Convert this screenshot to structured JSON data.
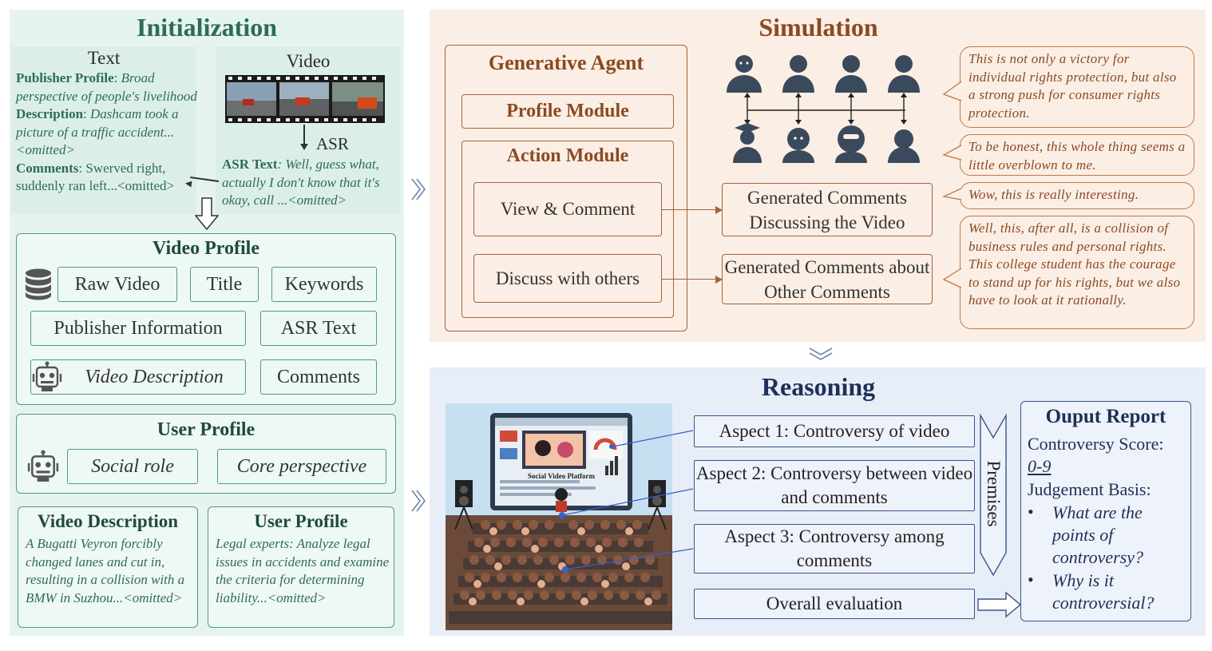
{
  "initialization": {
    "title": "Initialization",
    "text_section": {
      "heading": "Text",
      "publisher_profile_label": "Publisher Profile",
      "publisher_profile_value": "Broad perspective of people's livelihood",
      "description_label": "Description",
      "description_value": "Dashcam took a picture of a traffic accident...<omitted>",
      "comments_label": "Comments",
      "comments_value": "Swerved right, suddenly ran left...<omitted>"
    },
    "video_section": {
      "heading": "Video",
      "asr_label": "ASR",
      "asr_text_label": "ASR Text",
      "asr_text_value": "Well, guess what, actually I don't know that it's okay, call ...<omitted>"
    },
    "video_profile": {
      "title": "Video Profile",
      "items": [
        "Raw Video",
        "Title",
        "Keywords",
        "Publisher Information",
        "ASR Text",
        "Video Description",
        "Comments"
      ]
    },
    "user_profile": {
      "title": "User Profile",
      "items": [
        "Social role",
        "Core perspective"
      ]
    },
    "video_description_card": {
      "title": "Video Description",
      "text": "A Bugatti Veyron forcibly changed lanes and cut in, resulting in a collision with a BMW in Suzhou...<omitted>"
    },
    "user_profile_card": {
      "title": "User Profile",
      "text": "Legal experts: Analyze legal issues in accidents and examine the criteria for determining liability...<omitted>"
    }
  },
  "simulation": {
    "title": "Simulation",
    "agent_title": "Generative Agent",
    "profile_module": "Profile Module",
    "action_module": "Action Module",
    "view_comment": "View & Comment",
    "discuss_others": "Discuss with others",
    "generated_video_comments": "Generated Comments Discussing the Video",
    "generated_other_comments": "Generated Comments about Other Comments",
    "bubbles": [
      "This is not only a victory for individual rights protection, but also a strong push for consumer rights protection.",
      "To be honest, this whole thing seems a little overblown to me.",
      "Wow, this is really interesting.",
      "Well, this, after all, is a collision of business rules and personal rights. This college student has the courage to stand up for his rights, but we also have to look at it rationally."
    ]
  },
  "reasoning": {
    "title": "Reasoning",
    "platform_label": "Social Video Platform",
    "aspects": [
      "Aspect 1: Controversy of video",
      "Aspect 2: Controversy between video and comments",
      "Aspect 3: Controversy among comments"
    ],
    "overall": "Overall evaluation",
    "premises": "Premises",
    "report": {
      "title": "Ouput Report",
      "score_label": "Controversy Score:",
      "score_value": "0-9",
      "basis_label": "Judgement Basis:",
      "bullets": [
        "What are the points of controversy?",
        "Why is it controversial?"
      ]
    }
  },
  "colors": {
    "teal": "#2e6b5a",
    "brown": "#8a4a22",
    "navy": "#1f2f57"
  }
}
